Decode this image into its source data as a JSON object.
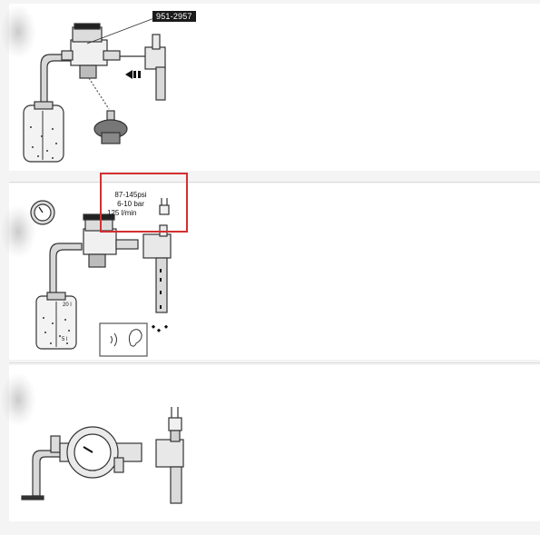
{
  "step1": {
    "part_number": "951-2957"
  },
  "step2": {
    "spec_psi": "87-145psi",
    "spec_bar": "6-10 bar",
    "spec_flow": "125 l/min",
    "tank_mark_high": "20 l",
    "tank_mark_low": "5 l"
  },
  "colors": {
    "highlight": "#d42f2f",
    "part_label_bg": "#1a1a1a"
  },
  "icons": [
    "sound-waves-icon",
    "ear-icon",
    "pressure-gauge-icon",
    "airflow-arrow-icon"
  ]
}
